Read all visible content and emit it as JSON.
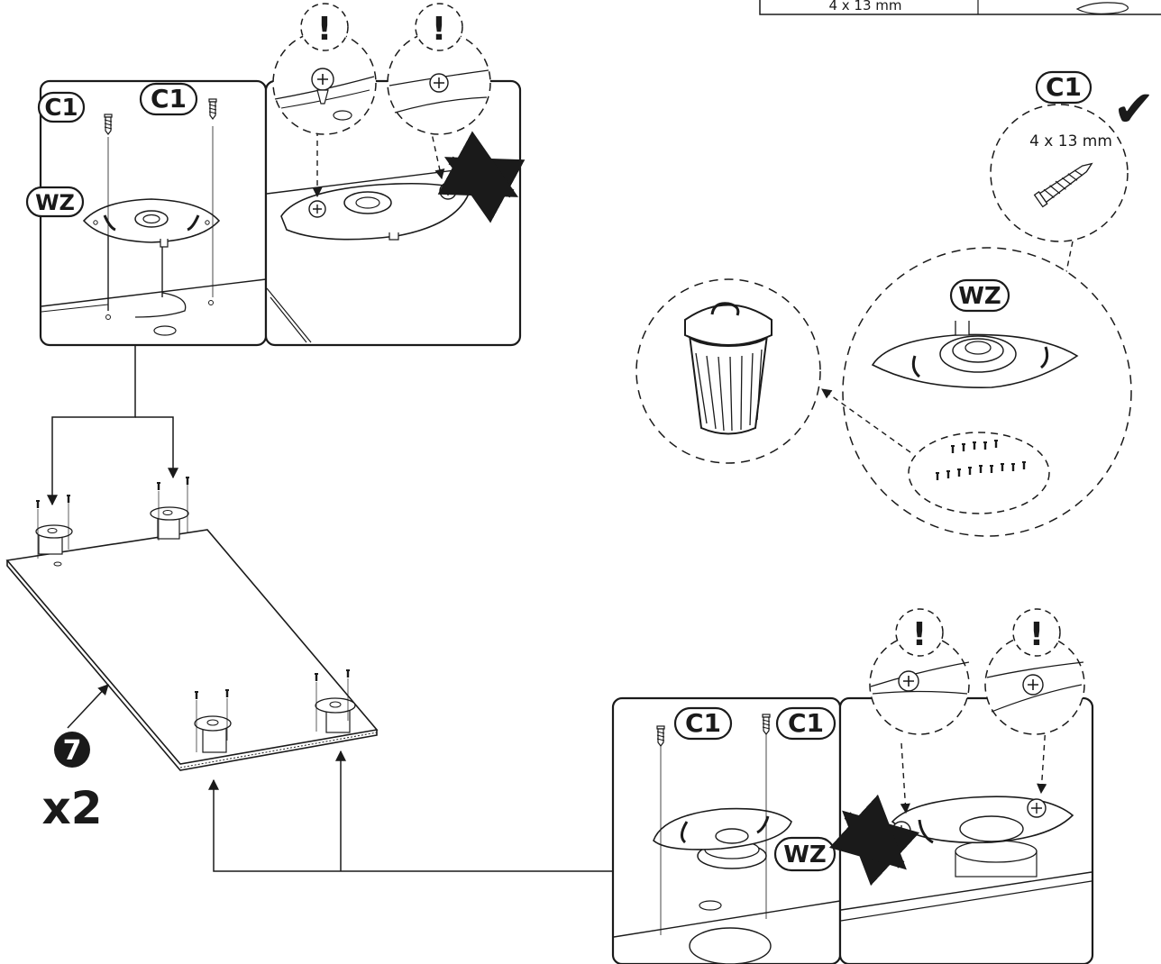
{
  "table": {
    "size_label": "4 x 13 mm"
  },
  "labels": {
    "screw": "C1",
    "plate": "WZ",
    "warning": "!",
    "check": "✔",
    "screw_size": "4 x 13 mm",
    "step_number": "7",
    "quantity": "x2"
  },
  "colors": {
    "ink": "#1a1a1a",
    "paper": "#ffffff"
  }
}
